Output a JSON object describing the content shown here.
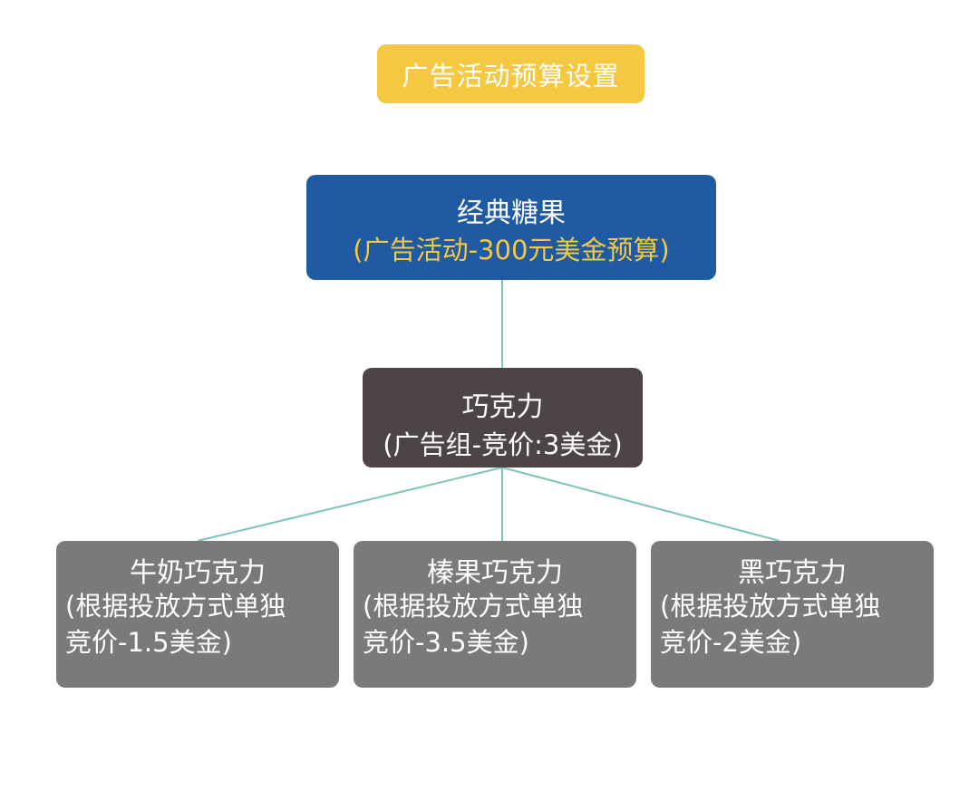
{
  "title": "广告活动预算设置",
  "campaign": {
    "name": "经典糖果",
    "detail": "(广告活动-300元美金预算)"
  },
  "ad_group": {
    "name": "巧克力",
    "detail": "(广告组-竞价:3美金)"
  },
  "products": [
    {
      "name": "牛奶巧克力",
      "detail_line1": "(根据投放方式单独",
      "detail_line2": "竞价-1.5美金)"
    },
    {
      "name": "榛果巧克力",
      "detail_line1": "(根据投放方式单独",
      "detail_line2": "竞价-3.5美金)"
    },
    {
      "name": "黑巧克力",
      "detail_line1": "(根据投放方式单独",
      "detail_line2": "竞价-2美金)"
    }
  ],
  "colors": {
    "title_bg": "#f5c842",
    "campaign_bg": "#1f5aa3",
    "campaign_detail": "#f5c842",
    "group_bg": "#4d4545",
    "leaf_bg": "#7a7a7a",
    "connector": "#7ec4bb"
  }
}
